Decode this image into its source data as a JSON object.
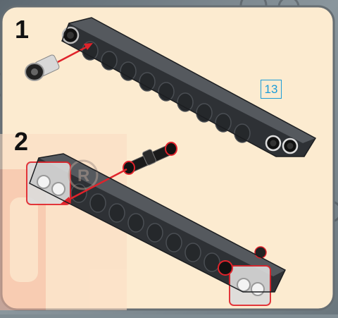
{
  "steps": [
    {
      "number": "1",
      "part_count": "13"
    },
    {
      "number": "2"
    }
  ],
  "colors": {
    "panel": "#fcebd0",
    "panel_border": "#666e73",
    "beam": "#3c3f43",
    "pin_highlight": "#e0232b",
    "arrow": "#e0232b",
    "count_box": "#1a9cd8"
  }
}
